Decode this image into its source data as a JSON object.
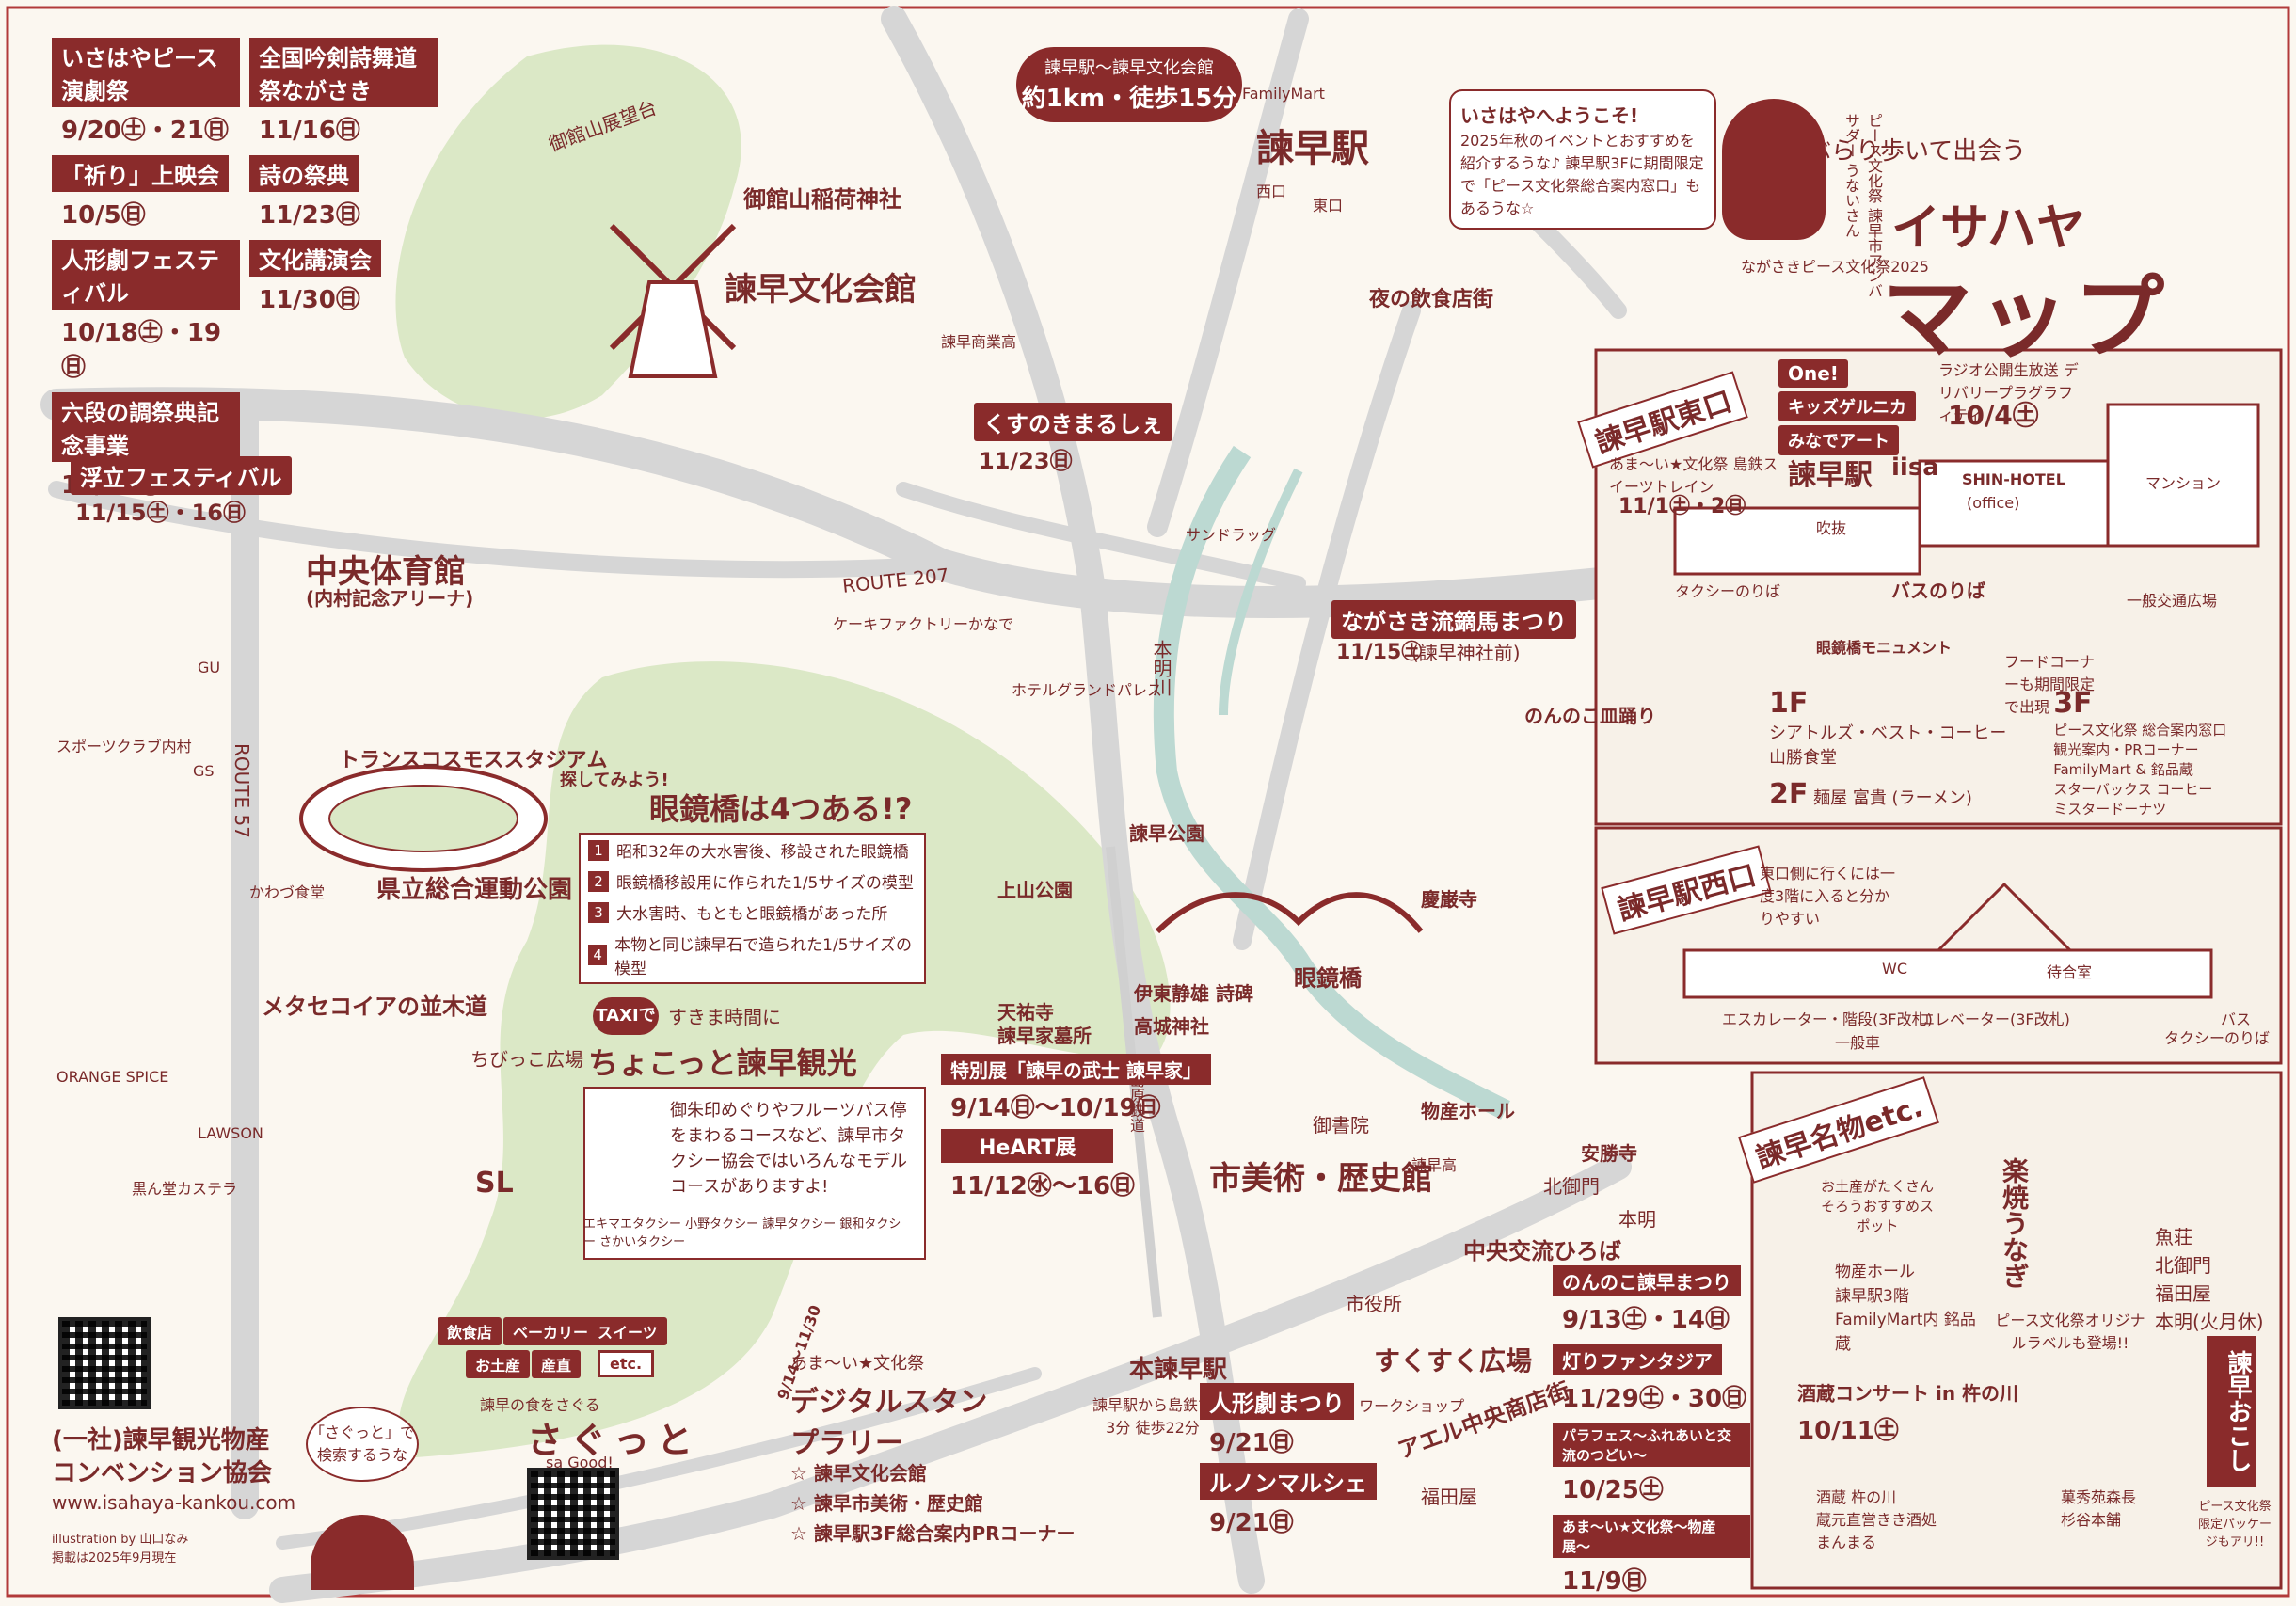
{
  "title": {
    "small": "ぶらり歩いて出会う",
    "main1": "イサハヤ",
    "main2": "マップ"
  },
  "mascot": {
    "greeting": "いさはやへようこそ!",
    "text": "2025年秋のイベントとおすすめを紹介するうな♪ 諫早駅3Fに期間限定で「ピース文化祭総合案内窓口」もあるうな☆",
    "badge": "ながさきピース文化祭2025",
    "side_label": "ピース文化祭 諫早市アンバサダー うないさん"
  },
  "events_left": [
    {
      "name": "いさはやピース演劇祭",
      "date": "9/20㊏・21㊐"
    },
    {
      "name": "「祈り」上映会",
      "date": "10/5㊐"
    },
    {
      "name": "人形劇フェスティバル",
      "date": "10/18㊏・19㊐"
    },
    {
      "name": "六段の調祭典記念事業",
      "date": "10/26㊐"
    }
  ],
  "events_right": [
    {
      "name": "全国吟剣詩舞道祭ながさき",
      "date": "11/16㊐"
    },
    {
      "name": "詩の祭典",
      "date": "11/23㊐"
    },
    {
      "name": "文化講演会",
      "date": "11/30㊐"
    }
  ],
  "places": {
    "bunka_kaikan": "諫早文化会館",
    "inari": "御館山稲荷神社",
    "mitake_tenbou": "御館山展望台",
    "isahaya_station": "諫早駅",
    "chuo_taiikukan": "中央体育館",
    "chuo_taiikukan_sub": "(内村記念アリーナ)",
    "transcosmos": "トランスコスモススタジアム",
    "prefectural_park": "県立総合運動公園",
    "metasequoia": "メタセコイアの並木道",
    "chibikko": "ちびっこ広場",
    "sl": "SL",
    "uwayama_park": "上山公園",
    "isahaya_park": "諫早公園",
    "megane_bashi": "眼鏡橋",
    "museum": "市美術・歴史館",
    "chuo_koryu": "中央交流ひろば",
    "sukusuku": "すくすく広場",
    "arcade": "アエル中央商店街",
    "city_hall": "市役所",
    "honmyo_river": "本明川",
    "route207": "ROUTE 207",
    "route57": "ROUTE 57",
    "keiganji": "慶巌寺",
    "anshoji": "安勝寺",
    "tenyuji": "天祐寺",
    "isahaya_family": "諫早家墓所",
    "takashiro_shrine": "高城神社",
    "ito_shisui": "伊東静雄 詩碑",
    "gokaku": "御書院",
    "kitamikado": "北御門",
    "honmyo": "本明",
    "fukudaya": "福田屋",
    "bussan_hall": "物産ホール",
    "yoru_inshoku": "夜の飲食店街",
    "kusunoki_marche": "くすのきまるしぇ",
    "kusunoki_date": "11/23㊐",
    "ukitate_fes": "浮立フェスティバル",
    "ukitate_date": "11/15㊏・16㊐",
    "nagasaki_yabusame": "ながさき流鏑馬まつり",
    "yabusame_date": "11/15㊏",
    "yabusame_place": "(諫早神社前)",
    "nonnoko_sara": "のんのこ皿踊り",
    "cake_factory": "ケーキファクトリーかなで",
    "orange_spice": "ORANGE SPICE",
    "kuroshin": "黒ん堂カステラ",
    "lawson": "LAWSON",
    "gu": "GU",
    "sports_club": "スポーツクラブ内村",
    "gs": "GS",
    "kawazu": "かわづ食堂",
    "isahaya_shogyo": "諫早商業高",
    "isahaya_koko": "諫早高",
    "familymart": "FamilyMart",
    "sundrug": "サンドラッグ",
    "nishi_guchi": "西口",
    "higashi_guchi": "東口",
    "shimabara_rail": "島原鉄道",
    "hotel": "ホテルグランドパレス",
    "walk_info": "諫早駅〜諫早文化会館",
    "walk_time": "約1km・徒歩15分"
  },
  "megane_quiz": {
    "prompt": "探してみよう!",
    "title": "眼鏡橋は4つある!?",
    "items": [
      "昭和32年の大水害後、移設された眼鏡橋",
      "眼鏡橋移設用に作られた1/5サイズの模型",
      "大水害時、もともと眼鏡橋があった所",
      "本物と同じ諫早石で造られた1/5サイズの模型"
    ]
  },
  "taxi": {
    "tag": "TAXIで",
    "subtitle": "すきま時間に",
    "title": "ちょこっと諫早観光",
    "body": "御朱印めぐりやフルーツバス停をまわるコースなど、諫早市タクシー協会ではいろんなモデルコースがありますよ!",
    "companies": "エキマエタクシー 小野タクシー 諫早タクシー 銀和タクシー さかいタクシー"
  },
  "special_exhibits": [
    {
      "name": "特別展「諫早の武士 諫早家」",
      "date": "9/14㊐〜10/19㊐"
    },
    {
      "name": "HeART展",
      "date": "11/12㊌〜16㊐"
    }
  ],
  "stamp_rally": {
    "period": "9/14〜11/30",
    "title": "デジタルスタンプラリー",
    "sub": "あま〜い★文化祭",
    "points": [
      "諫早文化会館",
      "諫早市美術・歴史館",
      "諫早駅3F総合案内PRコーナー"
    ]
  },
  "sagutto": {
    "name": "さぐっと",
    "sub": "sa Good!",
    "cats": [
      "飲食店",
      "ベーカリー",
      "スイーツ",
      "お土産",
      "産直",
      "etc."
    ],
    "caption": "諫早の食をさぐる",
    "balloon": "「さぐっと」で検索するうな"
  },
  "hon_isahaya": {
    "title": "本諫早駅",
    "info": "諫早駅から島鉄で3分 徒歩22分"
  },
  "events_center": [
    {
      "name": "人形劇まつり",
      "sub": "ワークショップ",
      "date": "9/21㊐"
    },
    {
      "name": "ルノンマルシェ",
      "date": "9/21㊐"
    }
  ],
  "events_bottom_right": [
    {
      "name": "のんのこ諫早まつり",
      "date": "9/13㊏・14㊐"
    },
    {
      "name": "灯りファンタジア",
      "date": "11/29㊏・30㊐"
    },
    {
      "name": "パラフェス〜ふれあいと交流のつどい〜",
      "date": "10/25㊏"
    },
    {
      "name": "あま〜い★文化祭〜物産展〜",
      "date": "11/9㊐"
    }
  ],
  "east_exit": {
    "title": "諫早駅東口",
    "shops": [
      "One!",
      "キッズゲルニカ",
      "みなでアート"
    ],
    "radio": "ラジオ公開生放送 デリバリープラグラフィティ",
    "radio_date": "10/4㊏",
    "sweets_train": "あま〜い★文化祭 島鉄スイーツトレイン",
    "sweets_date": "11/1㊏・2㊐",
    "station_name": "諫早駅",
    "iisa": "iisa",
    "hotel": "SHIN-HOTEL",
    "mansion": "マンション",
    "office": "(office)",
    "bus": "バスのりば",
    "taxi": "タクシーのりば",
    "general": "一般交通広場",
    "monument": "眼鏡橋モニュメント",
    "fukudo": "吹抜",
    "floors": [
      {
        "f": "1F",
        "shops": [
          "シアトルズ・ベスト・コーヒー",
          "山勝食堂"
        ]
      },
      {
        "f": "2F",
        "shops": [
          "麺屋 富貴 (ラーメン)"
        ]
      },
      {
        "f": "3F",
        "shops": [
          "ピース文化祭 総合案内窓口",
          "観光案内・PRコーナー",
          "FamilyMart & 銘品蔵",
          "スターバックス コーヒー",
          "ミスタードーナツ"
        ]
      }
    ],
    "note": "フードコーナーも期間限定で出現"
  },
  "west_exit": {
    "title": "諫早駅西口",
    "note": "東口側に行くには一度3階に入ると分かりやすい",
    "labels": [
      "WC",
      "エスカレーター・階段(3F改札)",
      "エレベーター(3F改札)",
      "待合室",
      "一般車",
      "タクシーのりば",
      "バス"
    ]
  },
  "meibutsu": {
    "title": "諫早名物etc.",
    "unagi": "楽焼うなぎ",
    "unagi_shops": [
      "魚荘",
      "北御門",
      "福田屋",
      "本明(火月休)"
    ],
    "omiyage": "お土産がたくさんそろうおすすめスポット",
    "spots": [
      "物産ホール",
      "諫早駅3階 FamilyMart内 銘品蔵"
    ],
    "label_promo": "ピース文化祭オリジナルラベルも登場!!",
    "sake_concert": "酒蔵コンサート in 杵の川",
    "sake_date": "10/11㊏",
    "sake_shops": [
      "酒蔵 杵の川",
      "蔵元直営きき酒処 まんまる"
    ],
    "okoshi": "諫早おこし",
    "okoshi_shops": [
      "菓秀苑森長",
      "杉谷本舗"
    ],
    "okoshi_note": "ピース文化祭限定パッケージもアリ!!"
  },
  "org": {
    "name1": "(一社)諫早観光物産",
    "name2": "コンベンション協会",
    "url": "www.isahaya-kankou.com",
    "credit": "illustration by 山口なみ",
    "date_note": "掲載は2025年9月現在"
  },
  "colors": {
    "accent": "#8a2b2b",
    "park": "#dbe8c6",
    "road": "#d6d6d6",
    "river": "#cfe3df",
    "paper": "#fbf7f0"
  }
}
